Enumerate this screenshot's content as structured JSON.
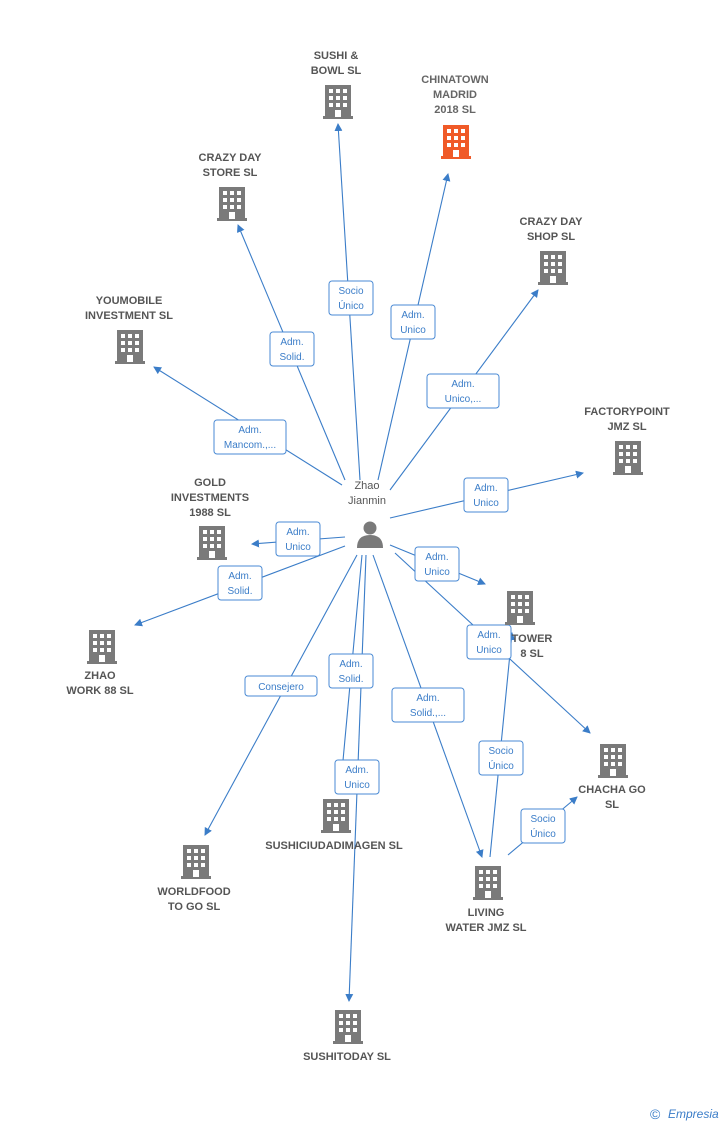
{
  "colors": {
    "edge": "#3b7dc8",
    "company_icon": "#7a7a7a",
    "highlight_icon": "#f05a28",
    "person_icon": "#7a7a7a"
  },
  "center": {
    "name_lines": [
      "Zhao",
      "Jianmin"
    ],
    "icon": "person-icon"
  },
  "companies": [
    {
      "id": "sushi-bowl",
      "lines": [
        "SUSHI &",
        "BOWL  SL"
      ],
      "highlight": false
    },
    {
      "id": "chinatown-madrid",
      "lines": [
        "CHINATOWN",
        "MADRID",
        "2018  SL"
      ],
      "highlight": true
    },
    {
      "id": "crazy-day-store",
      "lines": [
        "CRAZY DAY",
        "STORE  SL"
      ],
      "highlight": false
    },
    {
      "id": "crazy-day-shop",
      "lines": [
        "CRAZY DAY",
        "SHOP  SL"
      ],
      "highlight": false
    },
    {
      "id": "youmobile",
      "lines": [
        "YOUMOBILE",
        "INVESTMENT SL"
      ],
      "highlight": false
    },
    {
      "id": "factorypoint",
      "lines": [
        "FACTORYPOINT",
        "JMZ  SL"
      ],
      "highlight": false
    },
    {
      "id": "gold-investments",
      "lines": [
        "GOLD",
        "INVESTMENTS",
        "1988  SL"
      ],
      "highlight": false
    },
    {
      "id": "tower",
      "lines": [
        "TOWER",
        "8  SL"
      ],
      "highlight": false
    },
    {
      "id": "zhao-work",
      "lines": [
        "ZHAO",
        "WORK 88 SL"
      ],
      "highlight": false
    },
    {
      "id": "chacha-go",
      "lines": [
        "CHACHA GO",
        "SL"
      ],
      "highlight": false
    },
    {
      "id": "sushiciudadimagen",
      "lines": [
        "SUSHICIUDADIMAGEN SL"
      ],
      "highlight": false
    },
    {
      "id": "worldfood",
      "lines": [
        "WORLDFOOD",
        "TO GO  SL"
      ],
      "highlight": false
    },
    {
      "id": "living-water",
      "lines": [
        "LIVING",
        "WATER JMZ  SL"
      ],
      "highlight": false
    },
    {
      "id": "sushitoday",
      "lines": [
        "SUSHITODAY SL"
      ],
      "highlight": false
    }
  ],
  "edges": [
    {
      "from": "center",
      "to": "sushi-bowl",
      "label": [
        "Socio",
        "Único"
      ]
    },
    {
      "from": "center",
      "to": "chinatown-madrid",
      "label": [
        "Adm.",
        "Unico"
      ]
    },
    {
      "from": "center",
      "to": "crazy-day-store",
      "label": [
        "Adm.",
        "Solid."
      ]
    },
    {
      "from": "center",
      "to": "crazy-day-shop",
      "label": [
        "Adm.",
        "Unico,..."
      ]
    },
    {
      "from": "center",
      "to": "youmobile",
      "label": [
        "Adm.",
        "Mancom.,..."
      ]
    },
    {
      "from": "center",
      "to": "factorypoint",
      "label": [
        "Adm.",
        "Unico"
      ]
    },
    {
      "from": "center",
      "to": "gold-investments",
      "label": [
        "Adm.",
        "Unico"
      ]
    },
    {
      "from": "center",
      "to": "tower",
      "label": [
        "Adm.",
        "Unico"
      ]
    },
    {
      "from": "center",
      "to": "zhao-work",
      "label": [
        "Adm.",
        "Solid."
      ]
    },
    {
      "from": "center",
      "to": "chacha-go",
      "label": [
        "Adm.",
        "Unico"
      ]
    },
    {
      "from": "center",
      "to": "sushiciudadimagen",
      "label": [
        "Adm.",
        "Solid."
      ]
    },
    {
      "from": "center",
      "to": "worldfood",
      "label": [
        "Consejero"
      ]
    },
    {
      "from": "center",
      "to": "living-water",
      "label": [
        "Adm.",
        "Solid.,..."
      ]
    },
    {
      "from": "center",
      "to": "sushitoday",
      "label": [
        "Adm.",
        "Unico"
      ]
    },
    {
      "from": "living-water",
      "to": "tower",
      "label": [
        "Socio",
        "Único"
      ]
    },
    {
      "from": "living-water",
      "to": "chacha-go",
      "label": [
        "Socio",
        "Único"
      ]
    }
  ],
  "brand": {
    "copyright": "©",
    "name": "Empresia"
  }
}
